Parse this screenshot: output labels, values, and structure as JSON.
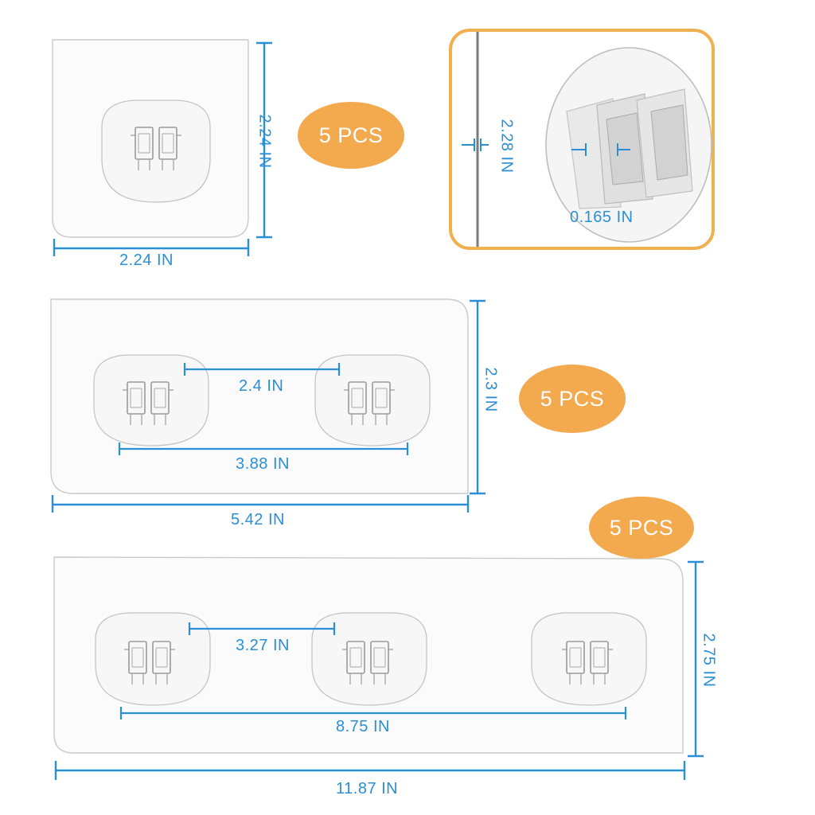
{
  "colors": {
    "dimension_line": "#2a8fd6",
    "badge_fill": "#f3a94e",
    "badge_text": "#ffffff",
    "plate_outline": "#c9c9c9",
    "zoom_frame": "#f0b04f"
  },
  "small_plate": {
    "width_label": "2.24 IN",
    "height_label": "2.24 IN",
    "quantity_label": "5 PCS"
  },
  "detail_zoom": {
    "height_label": "2.28 IN",
    "thickness_label": "0.165 IN"
  },
  "medium_plate": {
    "hook_spacing_label": "2.4 IN",
    "span_label": "3.88 IN",
    "width_label": "5.42 IN",
    "height_label": "2.3 IN",
    "quantity_label": "5 PCS"
  },
  "large_plate": {
    "hook_spacing_label": "3.27 IN",
    "span_label": "8.75 IN",
    "width_label": "11.87 IN",
    "height_label": "2.75 IN",
    "quantity_label": "5 PCS"
  },
  "icons": {
    "hook_pad": "hook-pad-icon",
    "adhesive_plate": "adhesive-plate-icon"
  }
}
